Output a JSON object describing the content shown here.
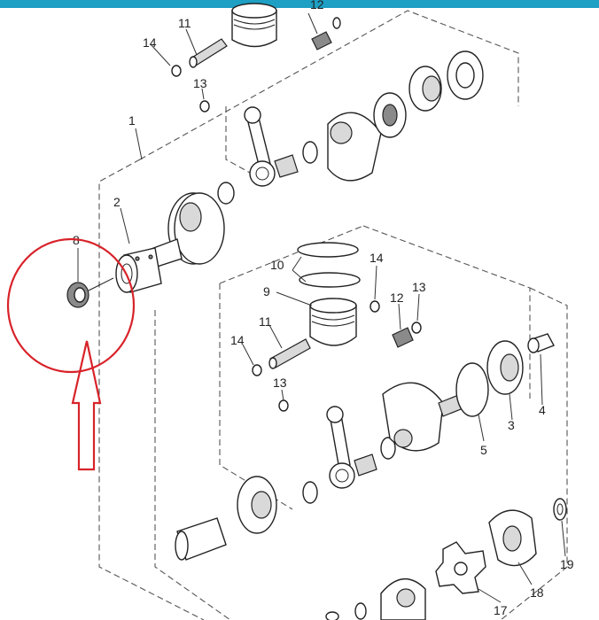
{
  "labels": {
    "l1": "1",
    "l2": "2",
    "l3": "3",
    "l4": "4",
    "l5": "5",
    "l8": "8",
    "l9": "9",
    "l10": "10",
    "l11a": "11",
    "l11b": "11",
    "l12a": "12",
    "l12b": "12",
    "l13a": "13",
    "l13b": "13",
    "l13c": "13",
    "l14a": "14",
    "l14b": "14",
    "l14c": "14",
    "l17": "17",
    "l18": "18",
    "l19": "19"
  },
  "colors": {
    "top_bar": "#1e9fc4",
    "highlight": "#d8232a",
    "line_art": "#222222"
  },
  "annotation": {
    "marker": "red circle around part 8",
    "arrow": "outlined upward arrow"
  }
}
